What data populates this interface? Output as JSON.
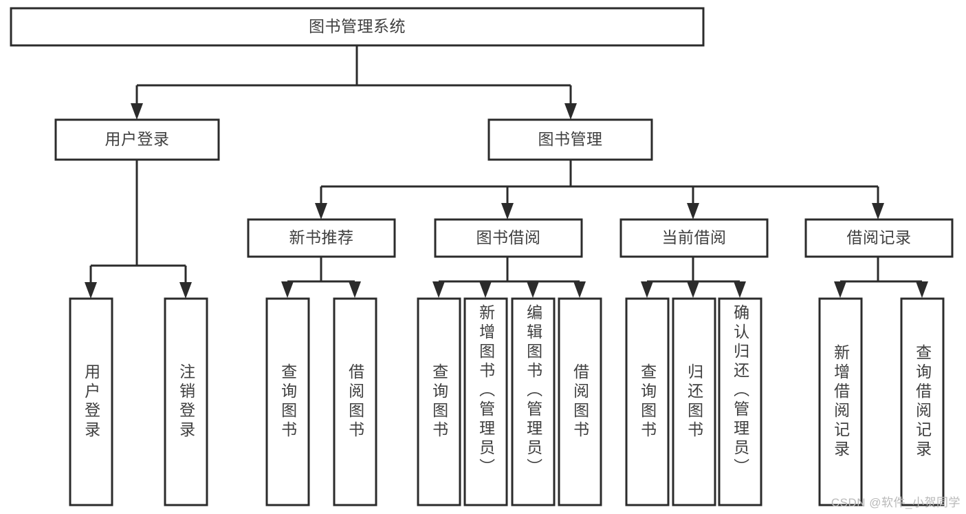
{
  "diagram": {
    "type": "hierarchy-tree",
    "title": "图书管理系统",
    "orientation": "top-down",
    "colors": {
      "box_stroke": "#2b2b2b",
      "box_fill": "#ffffff",
      "text": "#3f3f3f",
      "connector": "#2b2b2b",
      "watermark": "#b9b9b9",
      "background": "#ffffff"
    },
    "root": {
      "label": "图书管理系统"
    },
    "level2": [
      {
        "id": "user-login",
        "label": "用户登录"
      },
      {
        "id": "book-management",
        "label": "图书管理"
      }
    ],
    "level3": [
      {
        "id": "new-book-recommend",
        "label": "新书推荐"
      },
      {
        "id": "book-borrow",
        "label": "图书借阅"
      },
      {
        "id": "current-borrow",
        "label": "当前借阅"
      },
      {
        "id": "borrow-record",
        "label": "借阅记录"
      }
    ],
    "leaves": [
      {
        "id": "leaf-user-login",
        "parent": "user-login",
        "label": "用户登录"
      },
      {
        "id": "leaf-user-logout",
        "parent": "user-login",
        "label": "注销登录"
      },
      {
        "id": "leaf-query-book-1",
        "parent": "new-book-recommend",
        "label": "查询图书"
      },
      {
        "id": "leaf-borrow-book-1",
        "parent": "new-book-recommend",
        "label": "借阅图书"
      },
      {
        "id": "leaf-query-book-2",
        "parent": "book-borrow",
        "label": "查询图书"
      },
      {
        "id": "leaf-add-book",
        "parent": "book-borrow",
        "label": "新增图书（管理员）"
      },
      {
        "id": "leaf-edit-book",
        "parent": "book-borrow",
        "label": "编辑图书（管理员）"
      },
      {
        "id": "leaf-borrow-book-2",
        "parent": "book-borrow",
        "label": "借阅图书"
      },
      {
        "id": "leaf-query-book-3",
        "parent": "current-borrow",
        "label": "查询图书"
      },
      {
        "id": "leaf-return-book",
        "parent": "current-borrow",
        "label": "归还图书"
      },
      {
        "id": "leaf-confirm-return",
        "parent": "current-borrow",
        "label": "确认归还（管理员）"
      },
      {
        "id": "leaf-add-record",
        "parent": "borrow-record",
        "label": "新增借阅记录"
      },
      {
        "id": "leaf-query-record",
        "parent": "borrow-record",
        "label": "查询借阅记录"
      }
    ],
    "watermark": "CSDN @软件_小贺同学"
  }
}
